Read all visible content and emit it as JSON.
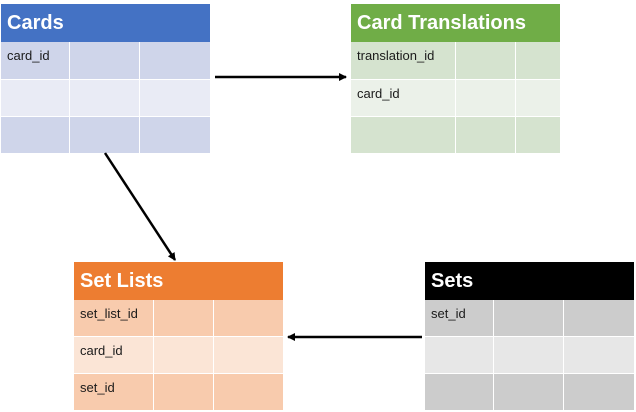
{
  "tables": {
    "cards": {
      "title": "Cards",
      "color": "#4472c4",
      "rows": [
        [
          "card_id",
          "",
          ""
        ],
        [
          "",
          "",
          ""
        ],
        [
          "",
          "",
          ""
        ]
      ]
    },
    "card_translations": {
      "title": "Card Translations",
      "color": "#70ad47",
      "rows": [
        [
          "translation_id",
          "",
          ""
        ],
        [
          "card_id",
          "",
          ""
        ],
        [
          "",
          "",
          ""
        ]
      ]
    },
    "set_lists": {
      "title": "Set Lists",
      "color": "#ed7d31",
      "rows": [
        [
          "set_list_id",
          "",
          ""
        ],
        [
          "card_id",
          "",
          ""
        ],
        [
          "set_id",
          "",
          ""
        ]
      ]
    },
    "sets": {
      "title": "Sets",
      "color": "#000000",
      "rows": [
        [
          "set_id",
          "",
          ""
        ],
        [
          "",
          "",
          ""
        ],
        [
          "",
          "",
          ""
        ]
      ]
    }
  },
  "relations": [
    {
      "from": "Cards",
      "to": "Card Translations"
    },
    {
      "from": "Cards",
      "to": "Set Lists"
    },
    {
      "from": "Sets",
      "to": "Set Lists"
    }
  ]
}
